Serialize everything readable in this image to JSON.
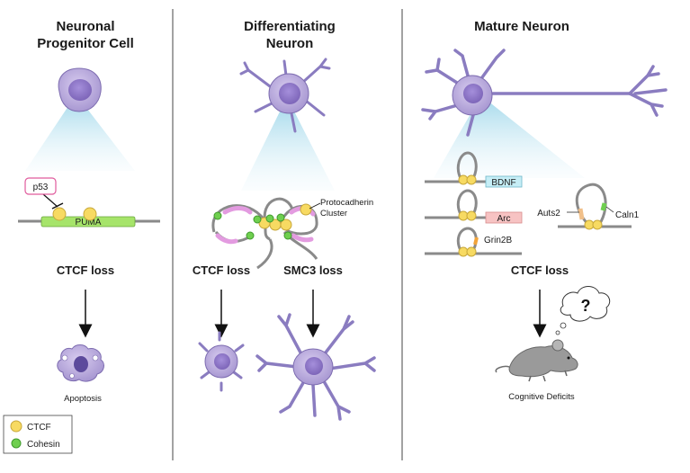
{
  "panels": {
    "progenitor": {
      "title_line1": "Neuronal",
      "title_line2": "Progenitor Cell",
      "labels": {
        "p53": "p53",
        "puma": "PUMA"
      },
      "loss": "CTCF loss",
      "outcome": "Apoptosis"
    },
    "differentiating": {
      "title_line1": "Differentiating",
      "title_line2": "Neuron",
      "labels": {
        "cluster_line1": "Protocadherin",
        "cluster_line2": "Cluster"
      },
      "loss_ctcf": "CTCF loss",
      "loss_smc3": "SMC3 loss"
    },
    "mature": {
      "title": "Mature Neuron",
      "genes": {
        "bdnf": "BDNF",
        "arc": "Arc",
        "grin2b": "Grin2B",
        "auts2": "Auts2",
        "caln1": "Caln1"
      },
      "loss": "CTCF loss",
      "question": "?",
      "outcome": "Cognitive Deficits"
    }
  },
  "legend": {
    "ctcf": "CTCF",
    "cohesin": "Cohesin"
  },
  "colors": {
    "cell_body": "#b8a8d8",
    "nucleus": "#8f77c6",
    "ctcf": "#f7da62",
    "cohesin": "#6fcf4f",
    "puma_box": "#a6e46a",
    "bdnf_box": "#c6eef6",
    "arc_box": "#f7c3c3",
    "chromatin": "#8a8a8a",
    "glow": "#cdebf3"
  }
}
